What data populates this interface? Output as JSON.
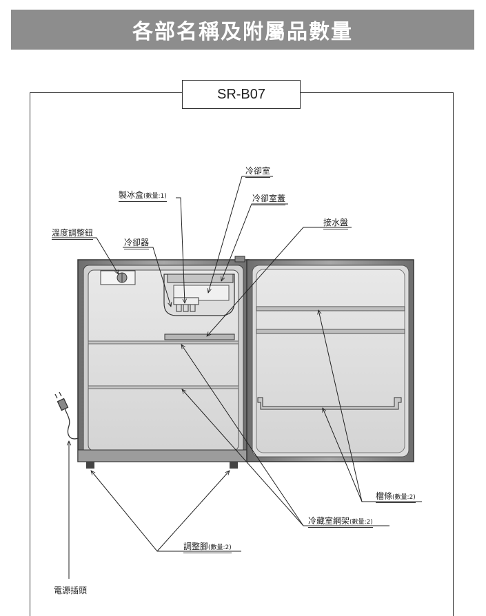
{
  "header": {
    "title": "各部名稱及附屬品數量"
  },
  "model": "SR-B07",
  "labels": {
    "cooling_room": "冷卻室",
    "ice_box": "製冰盒",
    "ice_box_qty": "(數量:1)",
    "cooling_room_cover": "冷卻室蓋",
    "temp_knob": "溫度調整鈕",
    "drip_tray": "接水盤",
    "evaporator": "冷卻器",
    "door_shelf": "檔條",
    "door_shelf_qty": "(數量:2)",
    "fridge_rack": "冷藏室網架",
    "fridge_rack_qty": "(數量:2)",
    "adjust_foot": "調整腳",
    "adjust_foot_qty": "(數量:2)",
    "power_plug": "電源插頭"
  }
}
